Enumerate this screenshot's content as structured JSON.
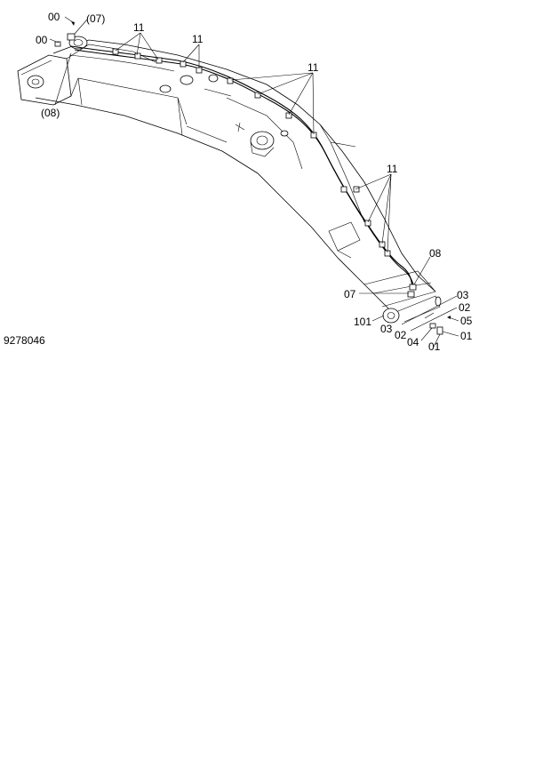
{
  "figure_number": "9278046",
  "callouts": {
    "top_00_a": "00",
    "top_07_paren": "(07)",
    "top_00_b": "00",
    "left_08_paren": "(08)",
    "clamp_11_a": "11",
    "clamp_11_b": "11",
    "clamp_11_c": "11",
    "clamp_11_d": "11",
    "part_08": "08",
    "part_07": "07",
    "part_101": "101",
    "part_03_a": "03",
    "part_03_b": "03",
    "part_02_a": "02",
    "part_02_b": "02",
    "part_05": "05",
    "part_04": "04",
    "part_01_a": "01",
    "part_01_b": "01"
  }
}
